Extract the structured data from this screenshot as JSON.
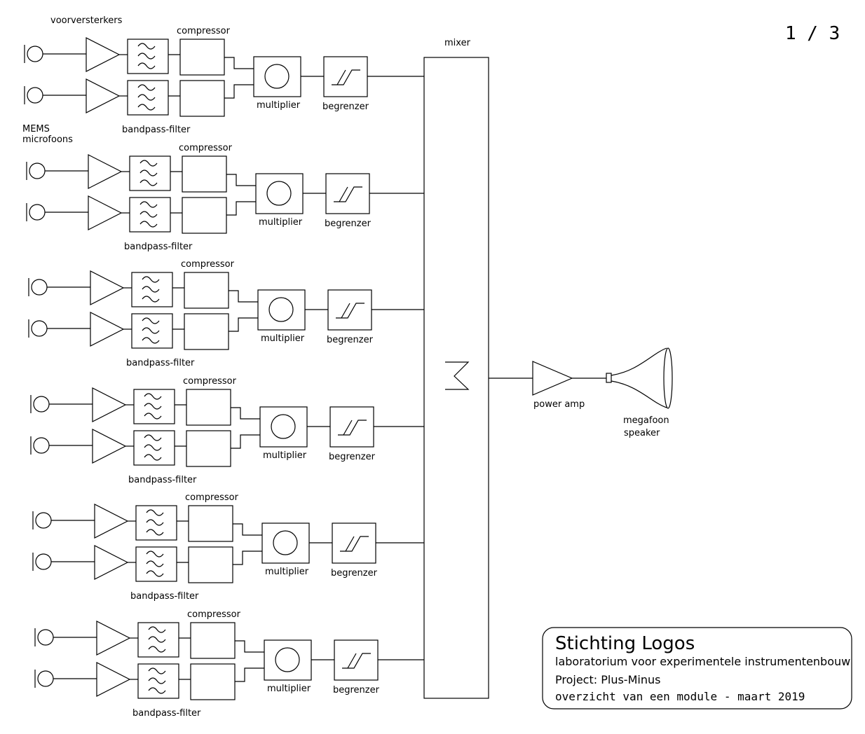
{
  "page_number": "1 / 3",
  "labels": {
    "preamps": "voorversterkers",
    "mics_line1": "MEMS",
    "mics_line2": "microfoons",
    "compressor": "compressor",
    "bandpass": "bandpass-filter",
    "multiplier": "multiplier",
    "limiter": "begrenzer",
    "mixer": "mixer",
    "mixer_symbol": "Σ",
    "power_amp": "power amp",
    "speaker_line1": "megafoon",
    "speaker_line2": "speaker"
  },
  "channel_count": 6,
  "title_block": {
    "title": "Stichting Logos",
    "subtitle": "laboratorium voor experimentele instrumentenbouw",
    "project": "Project: Plus-Minus",
    "description": "overzicht van een module - maart 2019"
  }
}
